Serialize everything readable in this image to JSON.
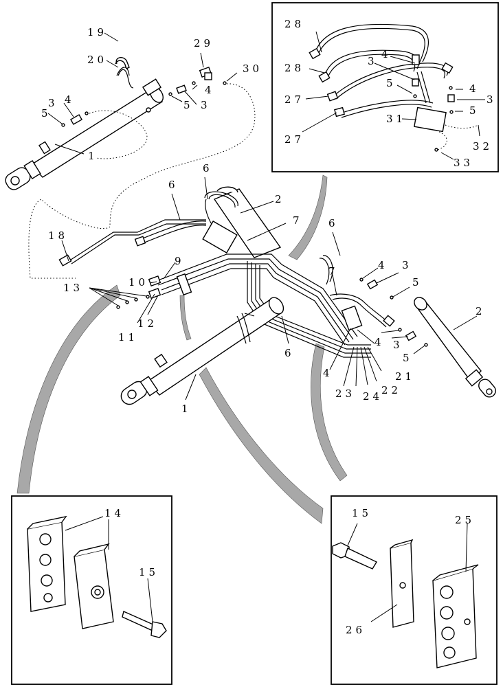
{
  "labels": {
    "l1a": "1",
    "l1b": "1",
    "l2a": "2",
    "l2b": "2",
    "l3a": "3",
    "l3b": "3",
    "l3c": "3",
    "l3d": "3",
    "l3e": "3",
    "l4a": "4",
    "l4b": "4",
    "l4c": "4",
    "l4d": "4",
    "l4e": "4",
    "l4f": "4",
    "l5a": "5",
    "l5b": "5",
    "l5c": "5",
    "l5d": "5",
    "l5e": "5",
    "l5f": "5",
    "l6a": "6",
    "l6b": "6",
    "l6c": "6",
    "l6d": "6",
    "l7a": "7",
    "l7b": "7",
    "l9": "9",
    "l10": "10",
    "l11": "11",
    "l12": "12",
    "l13": "13",
    "l14": "14",
    "l15a": "15",
    "l15b": "15",
    "l18": "18",
    "l19": "19",
    "l20": "20",
    "l21": "21",
    "l22": "22",
    "l23": "23",
    "l24a": "24",
    "l25": "25",
    "l26": "26",
    "l27a": "27",
    "l27b": "27",
    "l28a": "28",
    "l28b": "28",
    "l29": "29",
    "l30": "30",
    "l31": "31",
    "l32": "32",
    "l33": "33"
  }
}
